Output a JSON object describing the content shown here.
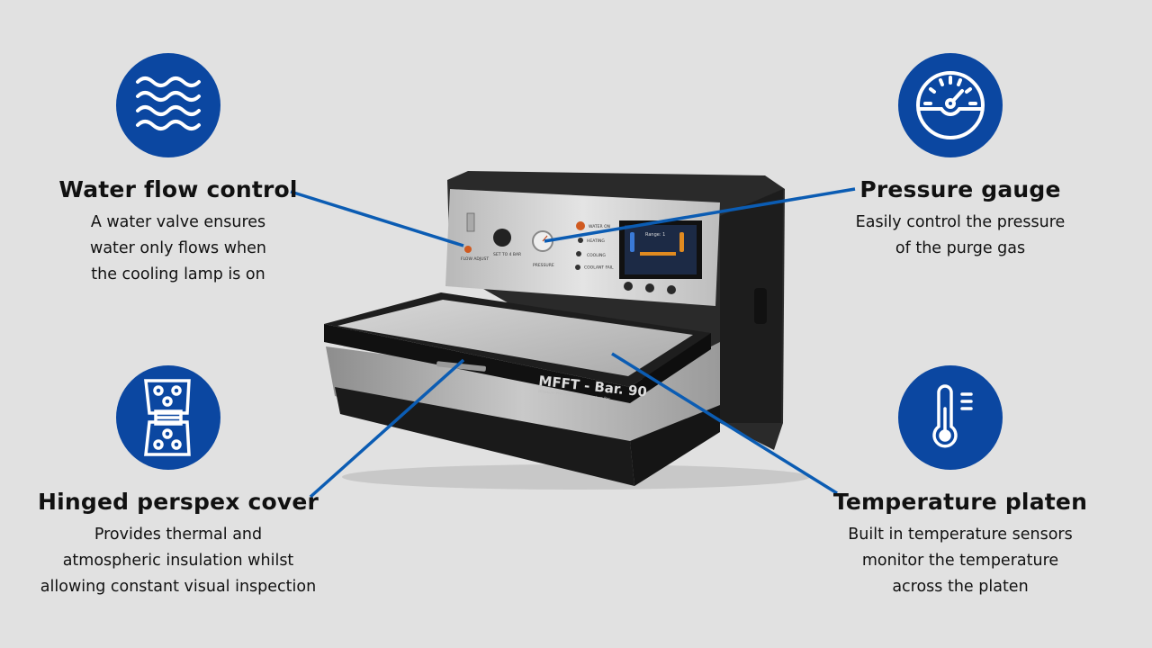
{
  "features": [
    {
      "title": "Water flow control",
      "lines": [
        "A water valve ensures",
        "water only flows when",
        "the cooling lamp is on"
      ],
      "icon": "water-waves-icon"
    },
    {
      "title": "Pressure gauge",
      "lines": [
        "Easily control the pressure",
        "of the purge gas"
      ],
      "icon": "pressure-gauge-icon"
    },
    {
      "title": "Hinged perspex cover",
      "lines": [
        "Provides thermal and",
        "atmospheric insulation whilst",
        "allowing constant visual inspection"
      ],
      "icon": "hinge-icon"
    },
    {
      "title": "Temperature platen",
      "lines": [
        "Built in temperature sensors",
        "monitor the temperature",
        "across the platen"
      ],
      "icon": "thermometer-icon"
    }
  ],
  "device": {
    "brand": "MFFT - Bar. 90",
    "subtitle": "Minimum Film Forming Temperature Bar",
    "panel": {
      "flow_adjust": "FLOW ADJUST",
      "set_to": "SET TO 4 BAR",
      "pressure": "PRESSURE",
      "water_on": "WATER ON",
      "heating": "HEATING",
      "cooling": "COOLING",
      "coolant_fail": "COOLANT FAIL",
      "screen_range": "Range: 1"
    }
  },
  "colors": {
    "accent": "#0b47a1",
    "leader": "#0b5cb3",
    "background": "#e1e1e1"
  }
}
